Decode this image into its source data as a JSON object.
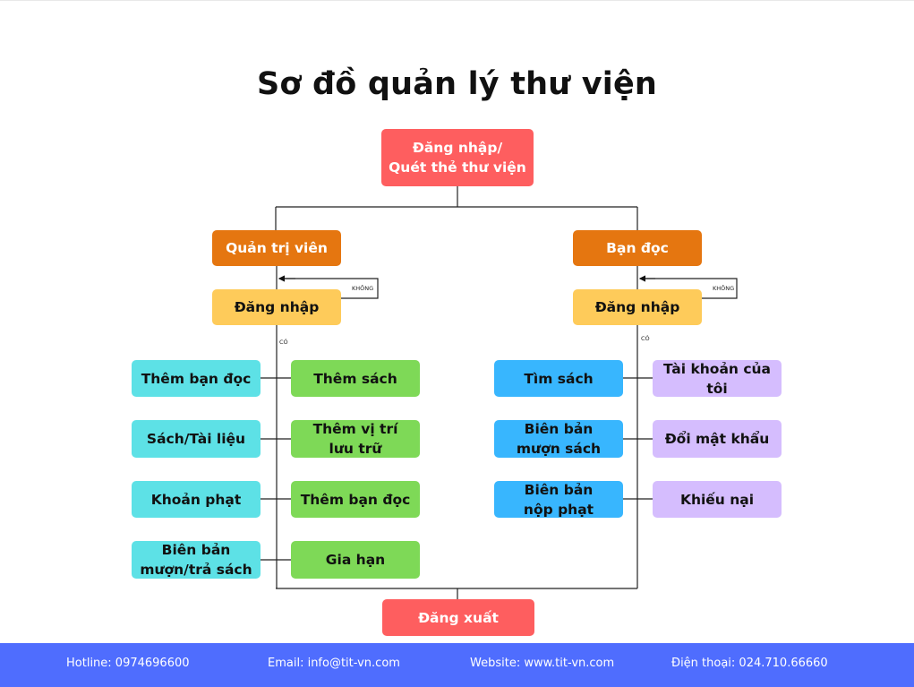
{
  "title": "Sơ đồ quản lý thư viện",
  "nodes": {
    "start": "Đăng nhập/\nQuét thẻ thư viện",
    "admin": "Quản trị viên",
    "reader": "Bạn đọc",
    "admin_login": "Đăng nhập",
    "reader_login": "Đăng nhập",
    "logout": "Đăng xuất",
    "admin_left": [
      "Thêm bạn đọc",
      "Sách/Tài liệu",
      "Khoản phạt",
      "Biên bản\nmượn/trả sách"
    ],
    "admin_right": [
      "Thêm sách",
      "Thêm vị trí\nlưu trữ",
      "Thêm bạn đọc",
      "Gia hạn"
    ],
    "reader_left": [
      "Tìm sách",
      "Biên bản\nmượn sách",
      "Biên bản\nnộp phạt"
    ],
    "reader_right": [
      "Tài khoản của tôi",
      "Đổi mật khẩu",
      "Khiếu nại"
    ]
  },
  "labels": {
    "no": "KHÔNG",
    "yes": "CÓ"
  },
  "footer": {
    "hotline": "Hotline: 0974696600",
    "email": "Email: info@tit-vn.com",
    "website": "Website: www.tit-vn.com",
    "phone": "Điện thoại: 024.710.66660"
  },
  "colors": {
    "red": "#fe5e5f",
    "orange": "#e57610",
    "yellow": "#fecb5a",
    "cyan": "#5de1e6",
    "green": "#7ed957",
    "blue": "#38b6fe",
    "purple": "#d5bdfe",
    "footer": "#4f6dfe"
  }
}
